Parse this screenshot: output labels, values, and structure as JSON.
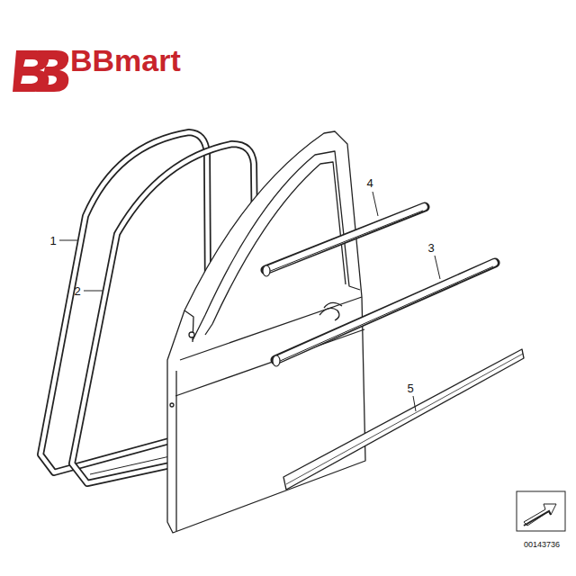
{
  "diagram": {
    "labels": [
      "BBmart",
      "1",
      "2",
      "3",
      "4",
      "5",
      "00143736"
    ]
  }
}
